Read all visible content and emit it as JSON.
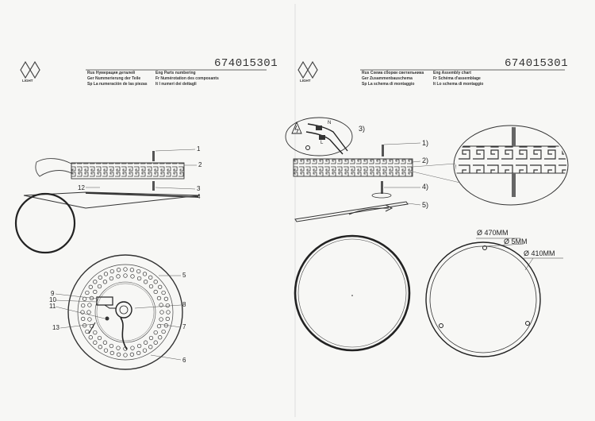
{
  "left_page": {
    "logo_word": "LIGHT",
    "product_code": "674015301",
    "headers": {
      "rus": "Rus  Нумерация деталей",
      "eng": "Eng  Parts numbering",
      "ger": "Ger  Nummerierung der Teile",
      "fr": "Fr  Numérotation des composants",
      "sp": "Sp  La numeración de las piezas",
      "it": "It  I numeri dei dettagli"
    },
    "callouts": [
      "1",
      "2",
      "3",
      "4",
      "12",
      "5",
      "9",
      "10",
      "11",
      "8",
      "13",
      "7",
      "6"
    ]
  },
  "right_page": {
    "logo_word": "LIGHT",
    "product_code": "674015301",
    "headers": {
      "rus": "Rus  Схема сборки светильника",
      "eng": "Eng  Assembly chart",
      "ger": "Ger  Zusammenbauschema",
      "fr": "Fr  Schéma d'assemblage",
      "sp": "Sp  La schema di montaggio",
      "it": "It  Lo schema di montaggio"
    },
    "wire_labels": {
      "l": "L",
      "n": "N"
    },
    "steps": [
      "1)",
      "2)",
      "3)",
      "4)",
      "5)"
    ],
    "dimensions": {
      "outer": "Ø 470MM",
      "hole": "Ø 5MM",
      "inner": "Ø 410MM"
    }
  }
}
